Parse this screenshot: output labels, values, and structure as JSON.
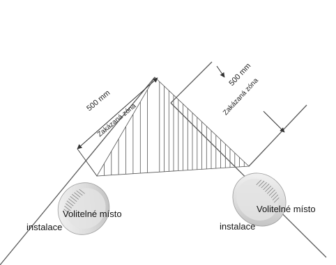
{
  "diagram": {
    "left_dimension": "500 mm",
    "left_zone": "Zakázaná zóna",
    "right_dimension": "500 mm",
    "right_zone": "Zakázaná zóna",
    "left_install_line1": "Volitelné místo",
    "left_install_line2": "instalace",
    "right_install_line1": "Volitelné místo",
    "right_install_line2": "instalace"
  },
  "colors": {
    "line": "#5a5a5a",
    "hatch": "#555555",
    "device_body": "#d6d6d6",
    "device_light": "#f2f2f2",
    "device_grille": "#8a8a8a"
  }
}
